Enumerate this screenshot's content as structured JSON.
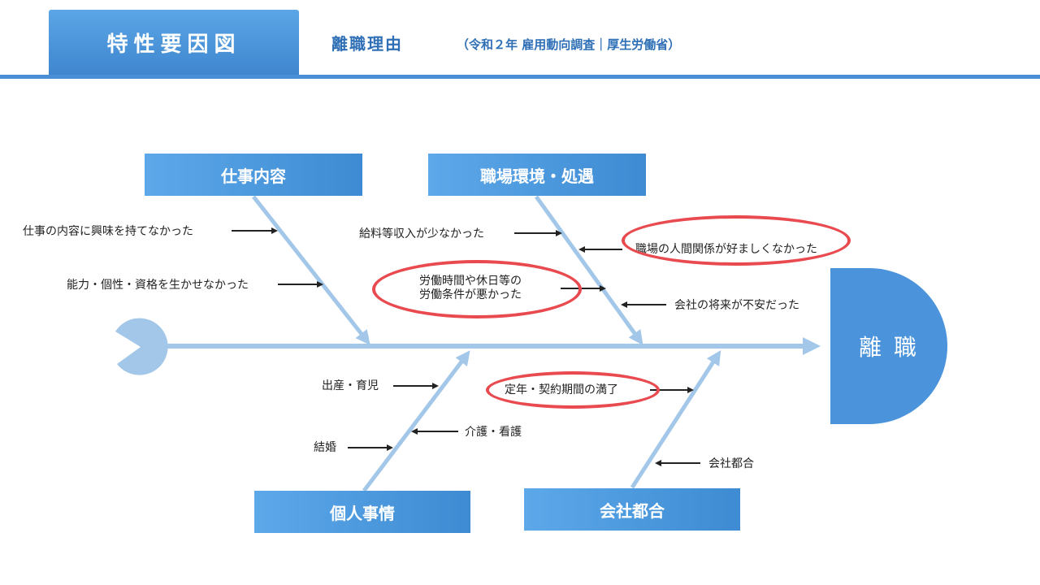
{
  "header": {
    "tab_label": "特性要因図",
    "title": "離職理由",
    "subtitle": "（令和２年 雇用動向調査｜厚生労働省）"
  },
  "head_label": "離 職",
  "categories": {
    "top_left": "仕事内容",
    "top_right": "職場環境・処遇",
    "bottom_left": "個人事情",
    "bottom_right": "会社都合"
  },
  "causes": {
    "work_interest": "仕事の内容に興味を持てなかった",
    "work_ability": "能力・個性・資格を生かせなかった",
    "salary": "給料等収入が少なかった",
    "relations": "職場の人間関係が好ましくなかった",
    "conditions_line1": "労働時間や休日等の",
    "conditions_line2": "労働条件が悪かった",
    "future": "会社の将来が不安だった",
    "birth": "出産・育児",
    "care": "介護・看護",
    "marriage": "結婚",
    "retirement": "定年・契約期間の満了",
    "company": "会社都合"
  },
  "colors": {
    "accent": "#4a8fd6",
    "bone": "#a3c7e8",
    "highlight": "#e84a4f"
  }
}
